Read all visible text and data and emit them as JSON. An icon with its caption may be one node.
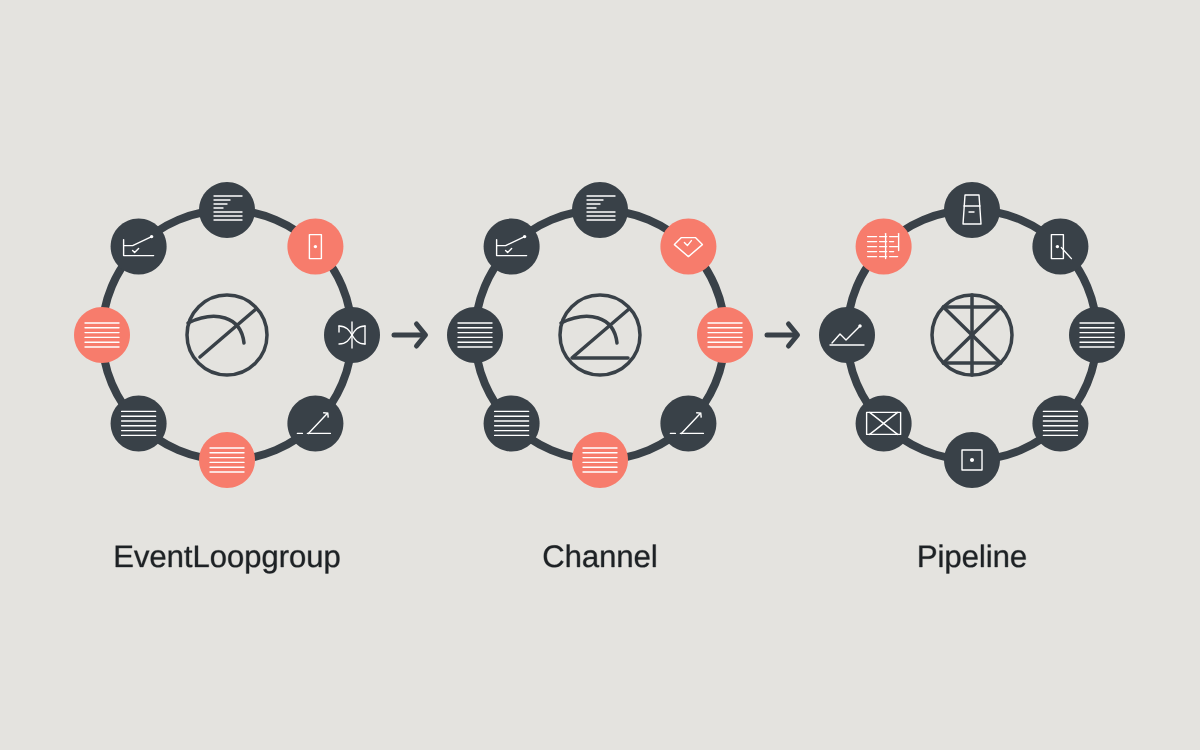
{
  "diagram": {
    "nodes": [
      {
        "text": [],
        "shape": "circle",
        "beside": [
          "EventLoopgroup"
        ]
      },
      {
        "text": [],
        "shape": "circle",
        "beside": [
          "Channel"
        ]
      },
      {
        "text": [],
        "shape": "circle",
        "beside": [
          "Pipeline"
        ]
      }
    ],
    "edges": [
      {
        "from": 0,
        "to": 1,
        "arrow": "to"
      },
      {
        "from": 1,
        "to": 2,
        "arrow": "to"
      }
    ]
  }
}
